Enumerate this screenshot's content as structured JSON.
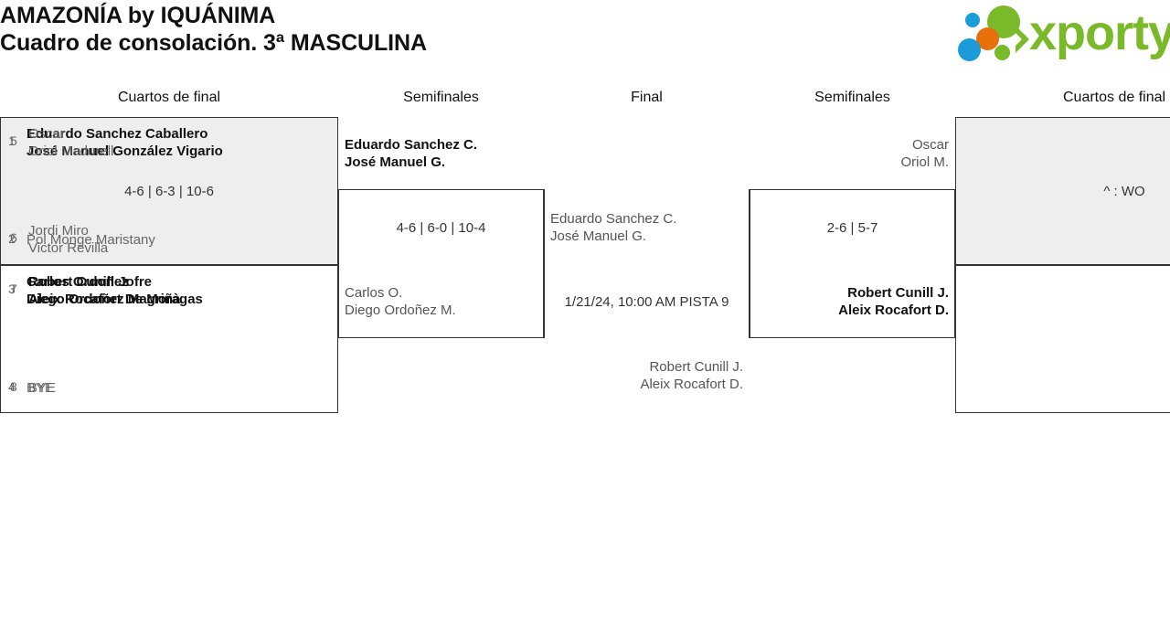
{
  "header": {
    "title_line_1": "AMAZONÍA by IQUÁNIMA",
    "title_line_2": "Cuadro de consolación. 3ª MASCULINA"
  },
  "logo": {
    "wordmark": "xporty",
    "colors": {
      "green": "#7AB929",
      "blue": "#1B9BD8",
      "orange": "#E8700A"
    }
  },
  "rounds": {
    "qf_left": "Cuartos de final",
    "sf_left": "Semifinales",
    "final": "Final",
    "sf_right": "Semifinales",
    "qf_right": "Cuartos de final"
  },
  "bracket": {
    "quarterfinals_left": [
      {
        "seed": "1",
        "names": [
          "Eduardo Sanchez Caballero",
          "José Manuel González Vigario"
        ],
        "winner": true
      },
      {
        "seed": "2",
        "names": [
          "Pol Monge Maristany"
        ],
        "winner": false
      },
      {
        "seed": "3",
        "names": [
          "Carlos Ordoñez",
          "Diego Ordoñez Magriñà"
        ],
        "winner": true
      },
      {
        "seed": "4",
        "names": [
          "BYE"
        ],
        "winner": false
      }
    ],
    "quarterfinals_left_scores": {
      "top_match": "4-6 | 6-3 | 10-6"
    },
    "quarterfinals_right": [
      {
        "seed": "5",
        "names": [
          "Oscar",
          "Oriol Madurell"
        ],
        "winner": false
      },
      {
        "seed": "6",
        "names": [
          "Jordi Miro",
          "Victor Revilla"
        ],
        "winner": false
      },
      {
        "seed": "7",
        "names": [
          "Robert Cunill Jofre",
          "Aleix Rocafort De Moragas"
        ],
        "winner": true
      },
      {
        "seed": "8",
        "names": [
          "BYE"
        ],
        "winner": false
      }
    ],
    "quarterfinals_right_scores": {
      "top_match": "^ : WO"
    },
    "semifinal_left": {
      "winner_names": [
        "Eduardo Sanchez C.",
        "José Manuel G."
      ],
      "loser_names": [
        "Carlos O.",
        "Diego Ordoñez M."
      ],
      "score": "4-6 | 6-0 | 10-4"
    },
    "semifinal_right": {
      "loser_names": [
        "Oscar",
        "Oriol M."
      ],
      "winner_names": [
        "Robert Cunill J.",
        "Aleix Rocafort D."
      ],
      "score": "2-6 | 5-7"
    },
    "final": {
      "top_names": [
        "Eduardo Sanchez C.",
        "José Manuel G."
      ],
      "bottom_names": [
        "Robert Cunill J.",
        "Aleix Rocafort D."
      ],
      "schedule": "1/21/24, 10:00 AM PISTA 9"
    }
  }
}
